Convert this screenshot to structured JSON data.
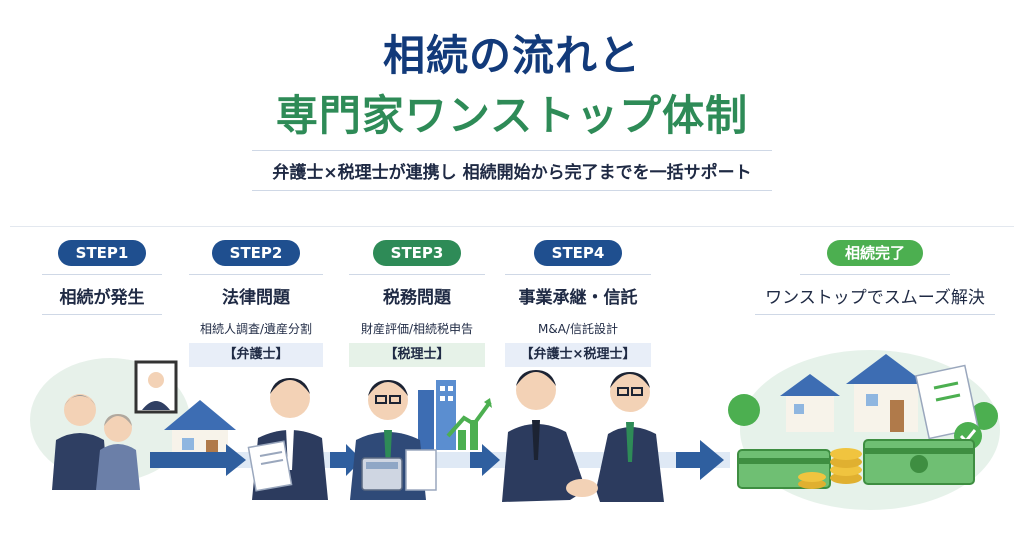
{
  "title": {
    "line1": "相続の流れと",
    "line2": "専門家ワンストップ体制"
  },
  "subtitle": "弁護士×税理士が連携し  相続開始から完了までを一括サポート",
  "steps": [
    {
      "badge": "STEP1",
      "title": "相続が発生",
      "sub": "",
      "role": ""
    },
    {
      "badge": "STEP2",
      "title": "法律問題",
      "sub": "相続人調査/遺産分割",
      "role": "【弁護士】"
    },
    {
      "badge": "STEP3",
      "title": "税務問題",
      "sub": "財産評価/相続税申告",
      "role": "【税理士】"
    },
    {
      "badge": "STEP4",
      "title": "事業承継・信託",
      "sub": "M&A/信託設計",
      "role": "【弁護士×税理士】"
    }
  ],
  "final": {
    "badge": "相続完了",
    "title": "ワンストップでスムーズ解決"
  },
  "colors": {
    "navy": "#123a7a",
    "green": "#2e8b57",
    "step_blue": "#1f4f8f",
    "arrow": "#2f5f9f"
  },
  "icons": [
    "family-icon",
    "memorial-photo-icon",
    "house-icon",
    "lawyer-document-icon",
    "tax-accountant-calculator-icon",
    "buildings-growth-icon",
    "handshake-icon",
    "houses-icon",
    "money-stack-icon",
    "coins-icon",
    "checklist-icon"
  ]
}
